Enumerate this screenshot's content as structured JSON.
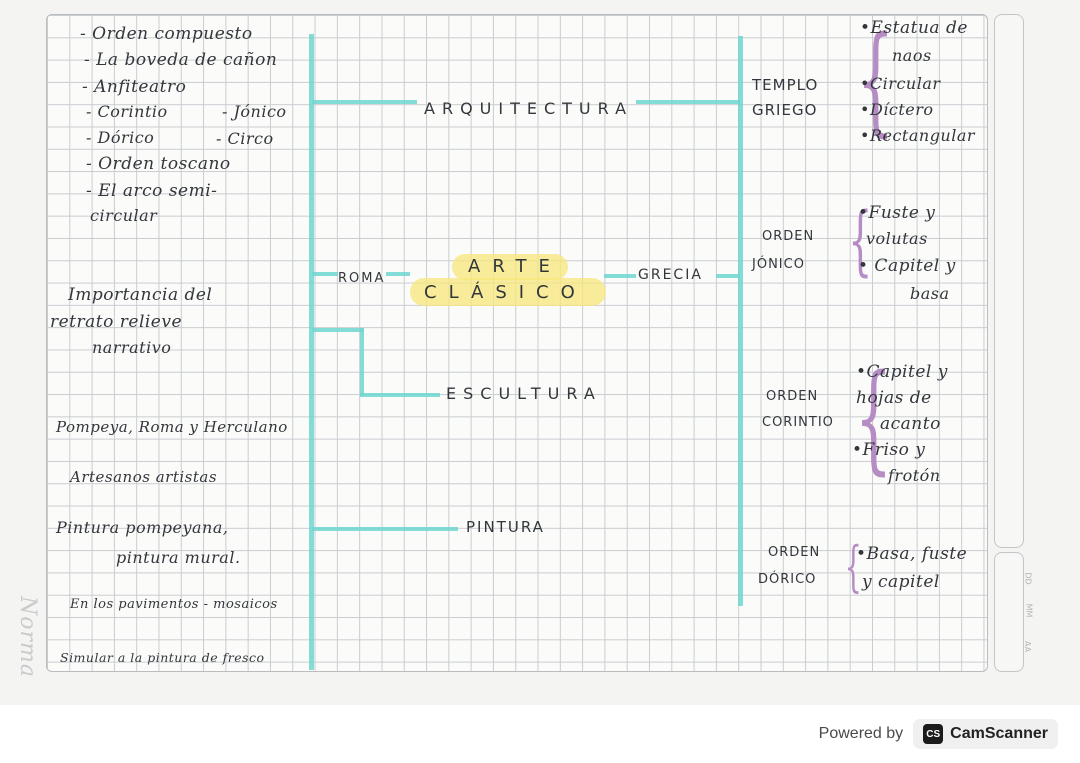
{
  "center": {
    "line1": "ARTE",
    "line2": "CLÁSICO"
  },
  "roma": {
    "label": "ROMA",
    "branches": {
      "arquitectura": "ARQUITECTURA",
      "escultura": "ESCULTURA",
      "pintura": "PINTURA"
    },
    "arquitectura_items": [
      "- Orden compuesto",
      "- La boveda de cañon",
      "- Anfiteatro",
      "- Corintio",
      "- Jónico",
      "- Dórico",
      "- Circo",
      "- Orden toscano",
      "- El arco semi-",
      "circular"
    ],
    "escultura_items": [
      "Importancia del",
      "retrato relieve",
      "narrativo",
      "Pompeya, Roma y Herculano",
      "Artesanos artistas"
    ],
    "pintura_items": [
      "Pintura pompeyana,",
      "pintura mural.",
      "En los pavimentos - mosaicos",
      "Simular a la pintura de fresco"
    ]
  },
  "grecia": {
    "label": "GRECIA",
    "templo": {
      "label_line1": "TEMPLO",
      "label_line2": "GRIEGO",
      "items": [
        "•Estatua de",
        "naos",
        "•Circular",
        "•Díctero",
        "•Rectangular"
      ]
    },
    "jonico": {
      "label_line1": "ORDEN",
      "label_line2": "JÓNICO",
      "items": [
        "•Fuste y",
        "volutas",
        "• Capitel y",
        "basa"
      ]
    },
    "corintio": {
      "label_line1": "ORDEN",
      "label_line2": "CORINTIO",
      "items": [
        "•Capitel y",
        "hojas de",
        "acanto",
        "•Friso y",
        "frotón"
      ]
    },
    "dorico": {
      "label_line1": "ORDEN",
      "label_line2": "DÓRICO",
      "items": [
        "•Basa, fuste",
        "y capitel"
      ]
    }
  },
  "paper_side_marks": [
    "DD",
    "MM",
    "AA"
  ],
  "watermark": "Norma",
  "footer": {
    "powered_by": "Powered by",
    "app_name": "CamScanner",
    "logo_text": "CS"
  },
  "colors": {
    "highlight": "#f7e77a",
    "connector": "#6fd6d0",
    "brace": "#b58cc4",
    "ink": "#33363b"
  }
}
